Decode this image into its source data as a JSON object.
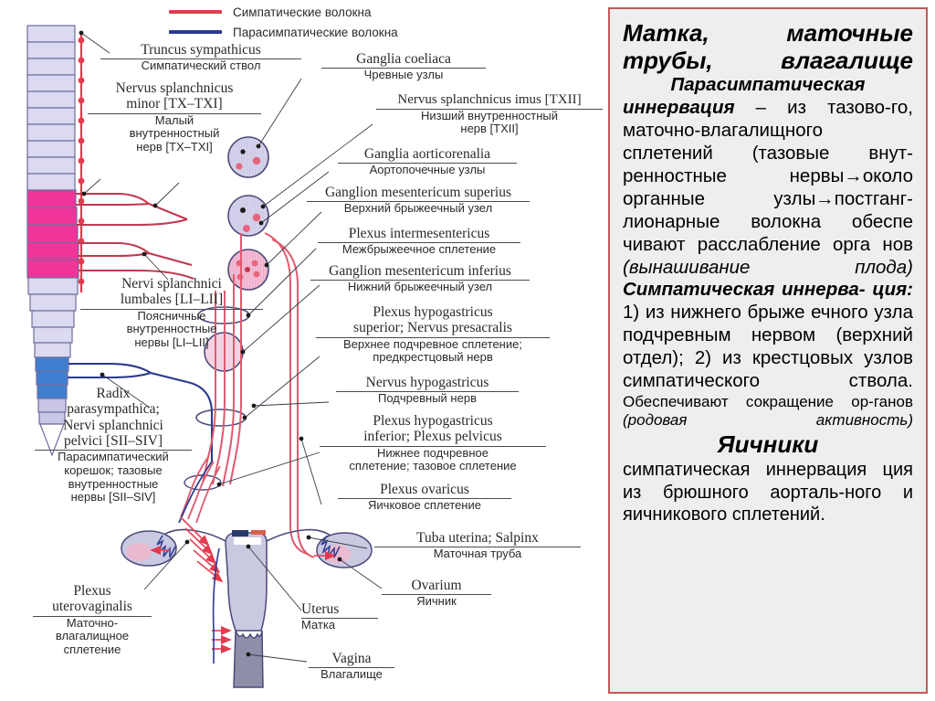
{
  "legend": {
    "items": [
      {
        "label": "Симпатические волокна",
        "color": "#e23b4e",
        "icon": "red-line-swatch"
      },
      {
        "label": "Парасимпатические волокна",
        "color": "#2b3a8f",
        "icon": "blue-line-swatch"
      }
    ]
  },
  "labels": {
    "truncus_sympathicus": {
      "lat": "Truncus sympathicus",
      "rus": "Симпатический ствол"
    },
    "n_splanchnicus_minor": {
      "lat1": "Nervus splanchnicus",
      "lat2": "minor [TX–TXI]",
      "rus1": "Малый",
      "rus2": "внутренностный",
      "rus3": "нерв [TX–TXI]"
    },
    "nn_splanchnici_lumbales": {
      "lat1": "Nervi splanchnici",
      "lat2": "lumbales [LI–LII]",
      "rus1": "Поясничные",
      "rus2": "внутренностные",
      "rus3": "нервы [LI–LII]"
    },
    "radix_parasympathica": {
      "lat1": "Radix",
      "lat2": "parasympathica;",
      "lat3": "Nervi splanchnici",
      "lat4": "pelvici [SII–SIV]",
      "rus1": "Парасимпатический",
      "rus2": "корешок; тазовые",
      "rus3": "внутренностные",
      "rus4": "нервы [SII–SIV]"
    },
    "plexus_uterovaginalis": {
      "lat1": "Plexus",
      "lat2": "uterovaginalis",
      "rus1": "Маточно-",
      "rus2": "влагалищное",
      "rus3": "сплетение"
    },
    "ganglia_coeliaca": {
      "lat": "Ganglia coeliaca",
      "rus": "Чревные узлы"
    },
    "n_splanchnicus_imus": {
      "lat": "Nervus splanchnicus imus [TXII]",
      "rus1": "Низший внутренностный",
      "rus2": "нерв [TXII]"
    },
    "ganglia_aorticorenalia": {
      "lat": "Ganglia aorticorenalia",
      "rus": "Аортопочечные узлы"
    },
    "ganglion_mes_superius": {
      "lat": "Ganglion mesentericum superius",
      "rus": "Верхний брыжеечный узел"
    },
    "plexus_intermesentericus": {
      "lat": "Plexus intermesentericus",
      "rus": "Межбрыжеечное сплетение"
    },
    "ganglion_mes_inferius": {
      "lat": "Ganglion mesentericum inferius",
      "rus": "Нижний брыжеечный узел"
    },
    "plexus_hypo_superior": {
      "lat1": "Plexus hypogastricus",
      "lat2": "superior; Nervus presacralis",
      "rus1": "Верхнее подчревное сплетение;",
      "rus2": "предкрестцовый нерв"
    },
    "nervus_hypogastricus": {
      "lat": "Nervus hypogastricus",
      "rus": "Подчревный нерв"
    },
    "plexus_hypo_inferior": {
      "lat1": "Plexus hypogastricus",
      "lat2": "inferior; Plexus pelvicus",
      "rus1": "Нижнее подчревное",
      "rus2": "сплетение; тазовое сплетение"
    },
    "plexus_ovaricus": {
      "lat": "Plexus ovaricus",
      "rus": "Яичковое сплетение"
    },
    "tuba_uterina": {
      "lat": "Tuba uterina; Salpinx",
      "rus": "Маточная труба"
    },
    "ovarium": {
      "lat": "Ovarium",
      "rus": "Яичник"
    },
    "uterus": {
      "lat": "Uterus",
      "rus": "Матка"
    },
    "vagina": {
      "lat": "Vagina",
      "rus": "Влагалище"
    }
  },
  "right_panel": {
    "title_line1": "Матка, маточные",
    "title_line2": "трубы, влагалище",
    "para_head_1": "Парасимпатическая",
    "para_head_2": "иннервация",
    "para1_rest": " – из тазово-го, маточно-влагалищного сплетений (тазовые внут-ренностные нервы→около органные узлы→постганг-лионарные волокна обеспе чивают расслабление орга нов ",
    "para1_italic_tail": "(вынашивание плода)",
    "sym_head_1": "Симпатическая иннерва-",
    "sym_head_2": "ция:",
    "para2_rest": " 1) из нижнего брыже ечного узла подчревным нервом (верхний отдел); 2) из крестцовых узлов симпатического ствола.",
    "para3_plain": "Обеспечивают сокращение ор-ганов ",
    "para3_italic": "(родовая активность)",
    "ovaries_head": "Яичники",
    "para4": "симпатическая иннервация ция из брюшного аорталь-ного и яичникового сплетений."
  },
  "colors": {
    "sympathetic": "#e23b4e",
    "parasympathetic": "#2b3a8f",
    "panel_border": "#c25a5a",
    "panel_bg": "#eeeeee",
    "cord_light": "#d9d7ef",
    "cord_thoracic": "#f0359a",
    "cord_sacral": "#3f7fd0",
    "uterus_body": "#c9c9e2",
    "vagina": "#8e8ea8"
  }
}
